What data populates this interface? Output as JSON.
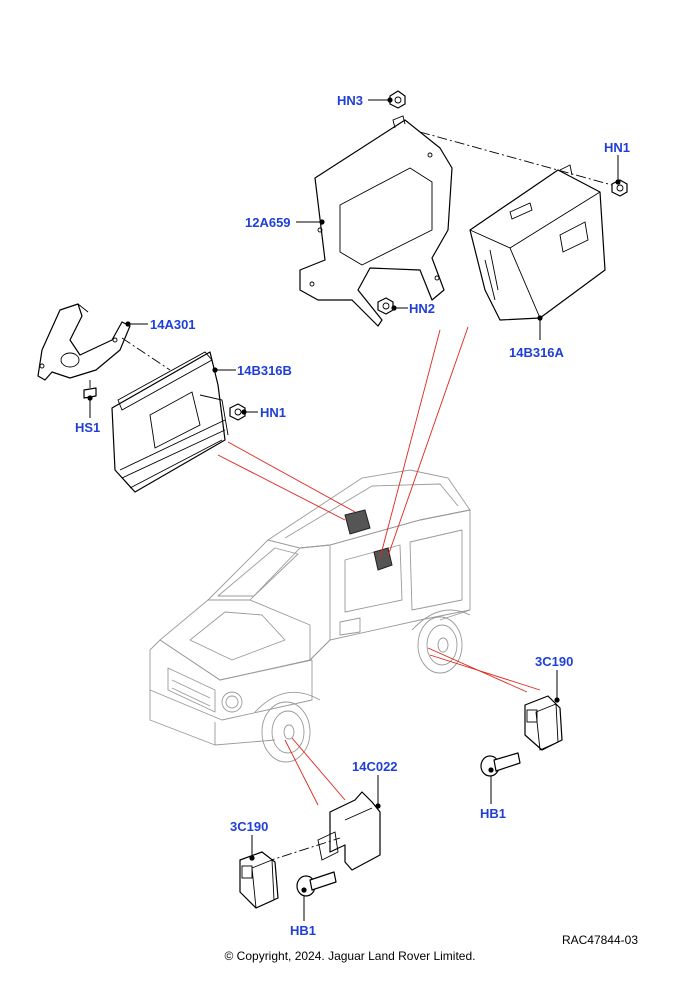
{
  "callouts": {
    "hn3": "HN3",
    "hn1_top": "HN1",
    "part_12a659": "12A659",
    "hn2": "HN2",
    "part_14b316a": "14B316A",
    "part_14a301": "14A301",
    "part_14b316b": "14B316B",
    "hs1": "HS1",
    "hn1_mid": "HN1",
    "part_3c190_right": "3C190",
    "hb1_right": "HB1",
    "part_14c022": "14C022",
    "part_3c190_left": "3C190",
    "hb1_left": "HB1"
  },
  "reference": "RAC47844-03",
  "copyright": "© Copyright, 2024. Jaguar Land Rover Limited.",
  "colors": {
    "callout": "#1f3fd6",
    "leader_to_vehicle": "#e0251b",
    "vehicle_outline": "#9a9a9a"
  }
}
